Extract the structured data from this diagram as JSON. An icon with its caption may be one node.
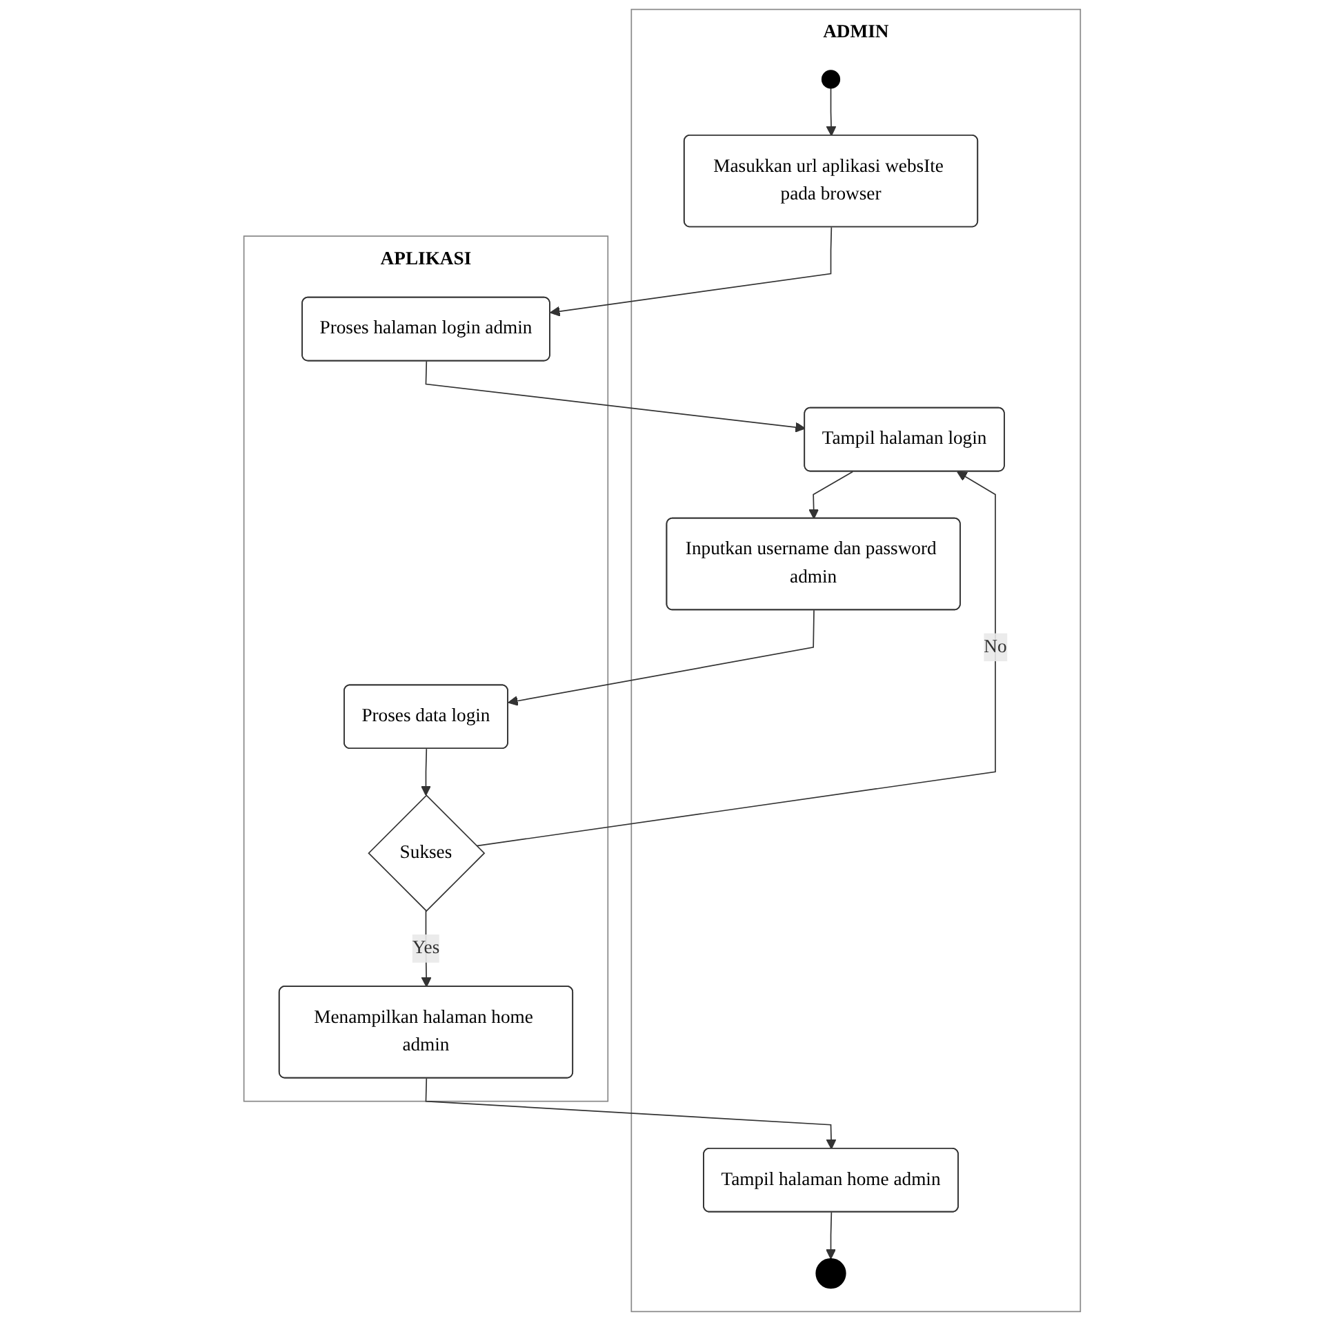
{
  "diagram": {
    "nodes": [
      {
        "text": [
          "ADMIN"
        ]
      },
      {
        "text": [
          "APLIKASI"
        ]
      },
      {
        "text": [],
        "shape": "circle",
        "in": 0
      },
      {
        "text": [
          "Masukkan url aplikasi websIte pada browser"
        ],
        "in": 0
      },
      {
        "text": [
          "Proses halaman login admin"
        ],
        "in": 1
      },
      {
        "text": [
          "Tampil halaman login"
        ],
        "in": 0
      },
      {
        "text": [
          "Inputkan username dan password admin"
        ],
        "in": 0
      },
      {
        "text": [
          "Proses data login"
        ],
        "in": 1
      },
      {
        "text": [
          "Sukses"
        ],
        "in": 1
      },
      {
        "text": [
          "Menampilkan halaman home admin"
        ],
        "in": 1
      },
      {
        "text": [
          "Tampil halaman home admin"
        ],
        "in": 0
      },
      {
        "text": [],
        "shape": "circle",
        "in": 0
      }
    ],
    "edges": [
      {
        "from": 2,
        "to": 3,
        "arrow": "to"
      },
      {
        "from": 3,
        "to": 4,
        "arrow": "to"
      },
      {
        "from": 4,
        "to": 5,
        "arrow": "to"
      },
      {
        "from": 5,
        "to": 6,
        "arrow": "to"
      },
      {
        "from": 6,
        "to": 7,
        "arrow": "to"
      },
      {
        "from": 7,
        "to": 8,
        "arrow": "to"
      },
      {
        "from": 8,
        "to": 5,
        "arrow": "to",
        "label": "No"
      },
      {
        "from": 8,
        "to": 9,
        "arrow": "to",
        "label": "Yes"
      },
      {
        "from": 9,
        "to": 10,
        "arrow": "to"
      },
      {
        "from": 10,
        "to": 11,
        "arrow": "to"
      }
    ]
  }
}
